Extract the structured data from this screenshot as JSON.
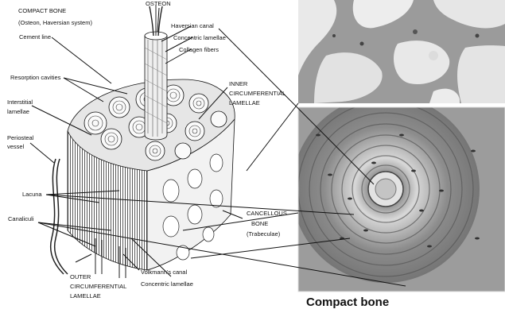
{
  "labels": {
    "compact_bone_title": "COMPACT BONE",
    "compact_bone_sub": "(Osteon, Haversian system)",
    "osteon": "OSTEON",
    "haversian_canal": "Haversian canal",
    "concentric_lamellae_top": "Concentric lamellae",
    "collagen_fibers": "Collagen fibers",
    "cement_line": "Cement line",
    "resorption_cavities": "Resorption cavities",
    "interstitial_1": "Interstitial",
    "interstitial_2": "lamellae",
    "inner_circ_1": "INNER",
    "inner_circ_2": "CIRCUMFERENTIAL",
    "inner_circ_3": "LAMELLAE",
    "periosteal_1": "Periosteal",
    "periosteal_2": "vessel",
    "lacuna": "Lacuna",
    "canaliculi": "Canaliculi",
    "cancellous_1": "CANCELLOUS",
    "cancellous_2": "BONE",
    "cancellous_3": "(Trabeculae)",
    "volkmanns_canal": "Volkmann's canal",
    "concentric_lamellae_bottom": "Concentric lamellae",
    "outer_circ_1": "OUTER",
    "outer_circ_2": "CIRCUMFERENTIAL",
    "outer_circ_3": "LAMELLAE"
  },
  "caption": "Compact bone"
}
